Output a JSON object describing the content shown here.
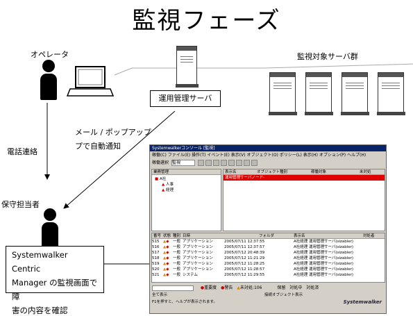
{
  "title": "監視フェーズ",
  "labels": {
    "operator": "オペレータ",
    "server_group": "監視対象サーバ群",
    "mgmt_server": "運用管理サーバ",
    "phone": "電話連絡",
    "mail_popup_1": "メール / ポップアップ",
    "mail_popup_2": "プで自動通知",
    "maintainer": "保守担当者"
  },
  "callout": {
    "line1": "Systemwalker Centric",
    "line2": "Manager の監視画面で障",
    "line3": "害の内容を確認"
  },
  "screenshot": {
    "window_title": "Systemwalkerコンソール [監視]",
    "menu": "稼働(C)  ファイル(E)  操作(T)  イベント(E)  表示(V)  オブジェクト(O)  ポリシー(L)  表示(H)  オプション(P)  ヘルプ(H)",
    "toolbar_label": "稼働選択",
    "toolbar_value": "監視",
    "tree_header": "業務管理",
    "tree_root": "A社",
    "tree_child1": "人事",
    "tree_child2": "経理",
    "obj_headers": [
      "表示名",
      "オブジェクト種別",
      "稼働対象",
      "未対処"
    ],
    "obj_row": [
      "運用管理サーバ",
      "ノード",
      "",
      "-"
    ],
    "msg_headers": [
      "番号",
      "状態",
      "種別",
      "日時",
      "フォルダ",
      "表示名",
      "対処者"
    ],
    "msg_rows": [
      {
        "no": "515",
        "kind": "一般",
        "type": "アプリケーション",
        "date": "2005/07/11 12:37:55",
        "host": "A社経理 運用管理サーバ(sizabler)"
      },
      {
        "no": "516",
        "kind": "一般",
        "type": "アプリケーション",
        "date": "2005/07/11 12:37:57",
        "host": "A社経理 運用管理サーバ(sizabler)"
      },
      {
        "no": "517",
        "kind": "一般",
        "type": "アプリケーション",
        "date": "2005/07/12 20:48:39",
        "host": "A社経理 運用管理サーバ(sizabler)"
      },
      {
        "no": "518",
        "kind": "一般",
        "type": "アプリケーション",
        "date": "2005/07/12 11:21:29",
        "host": "A社経理 運用管理サーバ(sizabler)"
      },
      {
        "no": "519",
        "kind": "一般",
        "type": "アプリケーション",
        "date": "2005/07/12 11:28:25",
        "host": "A社経理 運用管理サーバ(sizabler)"
      },
      {
        "no": "520",
        "kind": "一般",
        "type": "アプリケーション",
        "date": "2005/07/12 11:28:57",
        "host": "A社経理 運用管理サーバ(sizabler)"
      },
      {
        "no": "521",
        "kind": "一般",
        "type": "システム",
        "date": "2005/07/12 11:29:55",
        "host": "A社経理 運用管理サーバ(sizabler)"
      }
    ],
    "bottom_buttons": [
      "重要度",
      "警告",
      "未対処:106",
      "保留",
      "対処中",
      "対処済"
    ],
    "status_left": "全て表示",
    "status_mid": "接続オブジェクト表示",
    "status_help": "F1を押すと、ヘルプが表示されます。",
    "brand": "Systemwalker"
  },
  "colors": {
    "alert_row": "#e00000",
    "titlebar": "#0a246a"
  }
}
